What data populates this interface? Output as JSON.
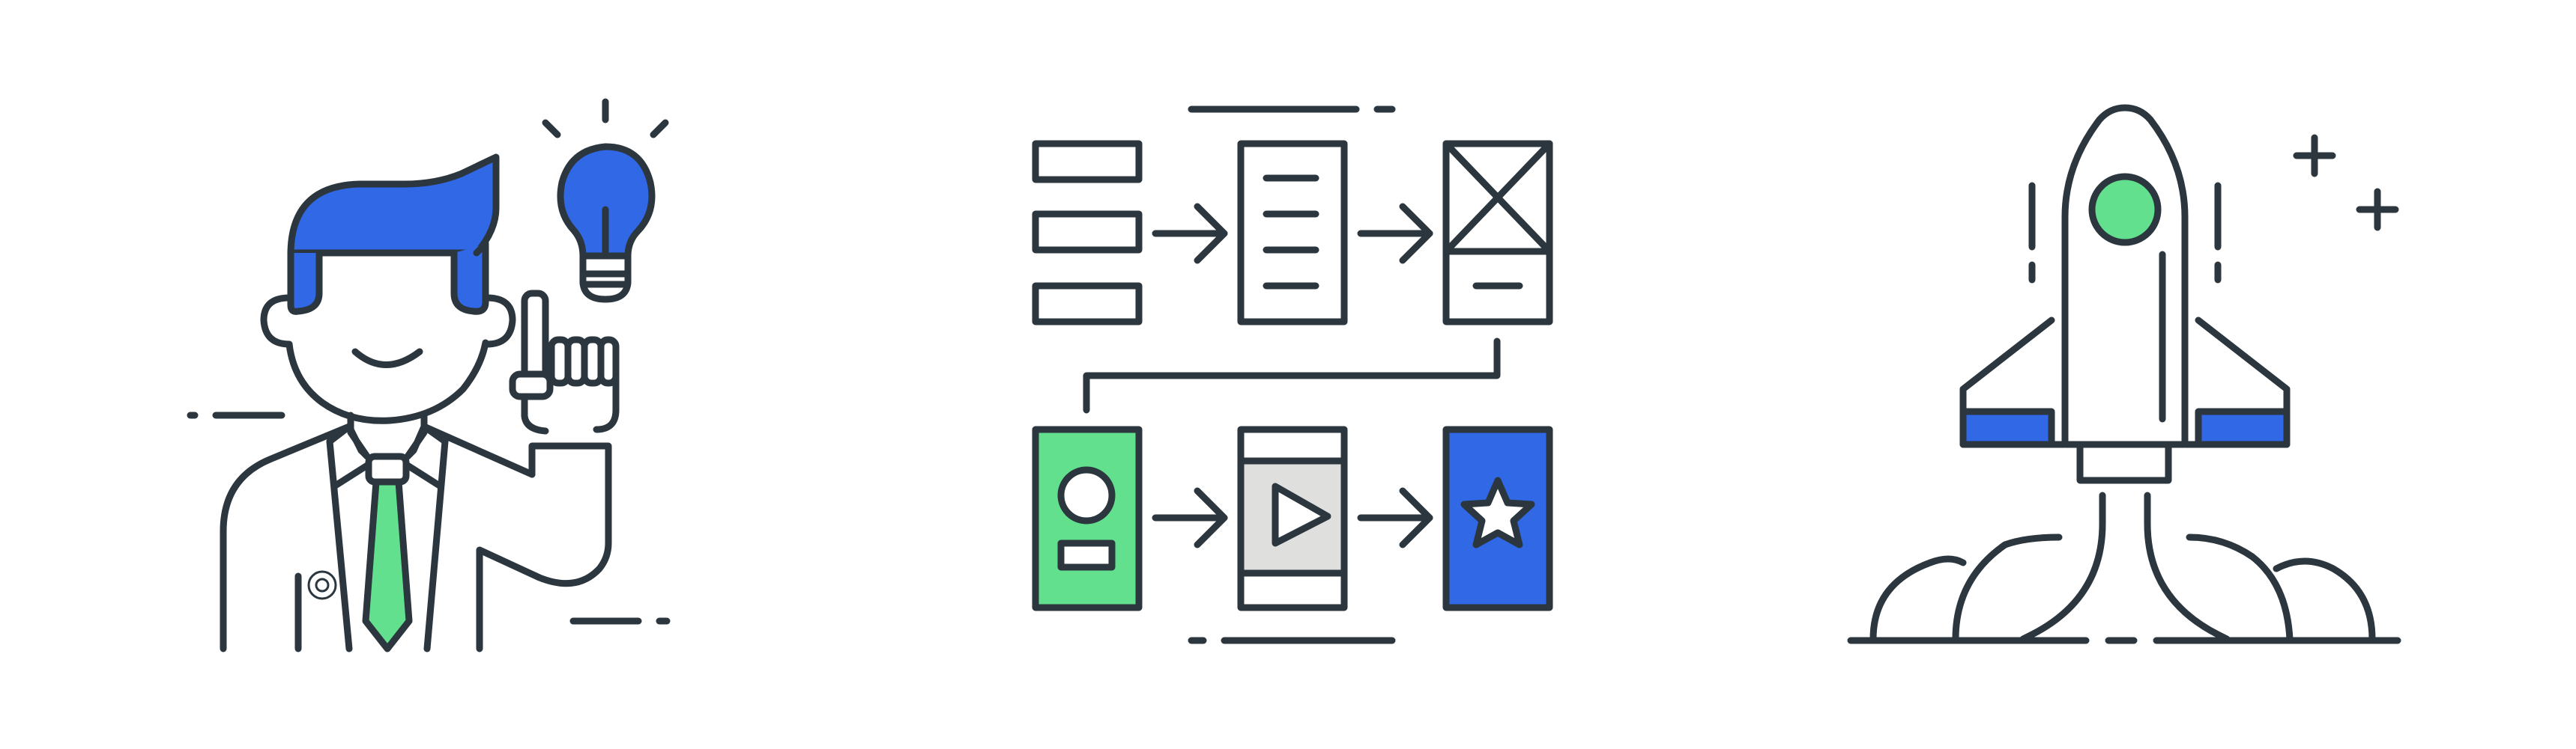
{
  "colors": {
    "outline": "#2b363e",
    "blue": "#3068e6",
    "green": "#62e08d",
    "gray": "#dfdfdd",
    "white": "#ffffff"
  },
  "illustrations": [
    {
      "name": "idea-person",
      "icons": [
        "person-icon",
        "lightbulb-icon",
        "necktie-icon",
        "raised-finger-icon"
      ]
    },
    {
      "name": "workflow",
      "icons": [
        "list-icon",
        "document-icon",
        "wireframe-icon",
        "profile-card-icon",
        "video-player-icon",
        "star-card-icon",
        "arrow-right-icon"
      ]
    },
    {
      "name": "rocket-launch",
      "icons": [
        "rocket-icon",
        "window-icon",
        "sparkle-icon",
        "smoke-cloud-icon"
      ]
    }
  ]
}
